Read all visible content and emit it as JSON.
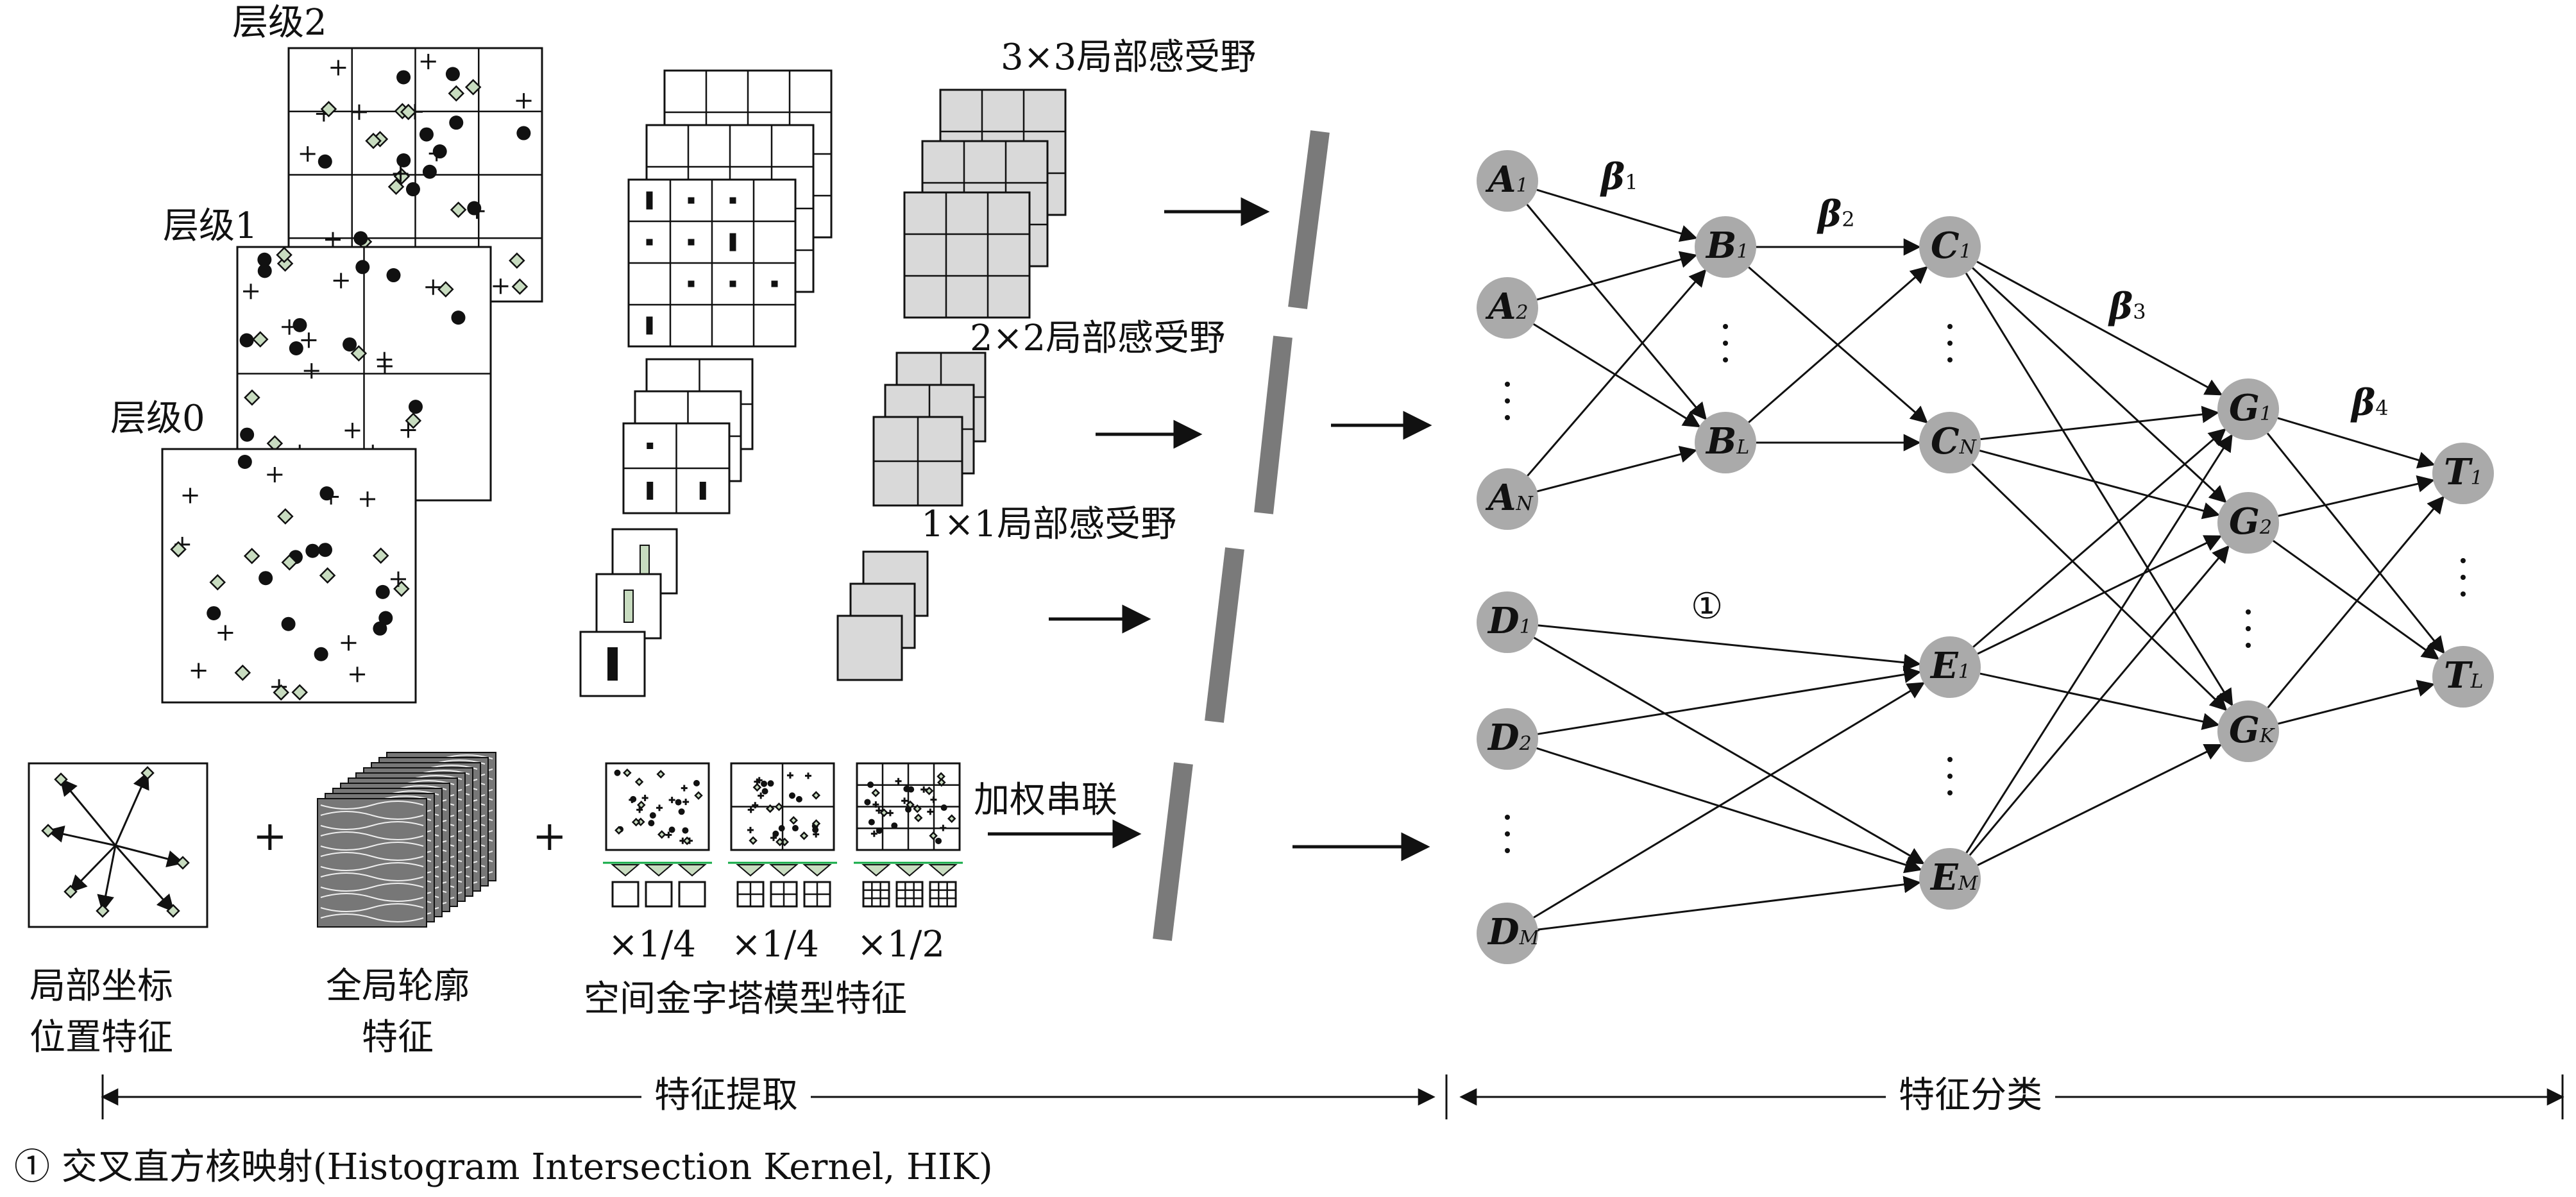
{
  "levels": {
    "level2": "层级2",
    "level1": "层级1",
    "level0": "层级0"
  },
  "receptive_fields": {
    "rf3": "3×3局部感受野",
    "rf2": "2×2局部感受野",
    "rf1": "1×1局部感受野"
  },
  "bottom_features": {
    "local_coord": [
      "局部坐标",
      "位置特征"
    ],
    "global_contour": [
      "全局轮廓",
      "特征"
    ],
    "spm": "空间金字塔模型特征",
    "weights": [
      "×1/4",
      "×1/4",
      "×1/2"
    ],
    "weighted_concat": "加权串联",
    "plus": "+"
  },
  "network": {
    "beta1": "β",
    "beta1_sub": "1",
    "beta2": "β",
    "beta2_sub": "2",
    "beta3": "β",
    "beta3_sub": "3",
    "beta4": "β",
    "beta4_sub": "4",
    "hik_marker": "①",
    "nodes": [
      {
        "id": "A1",
        "letter": "A",
        "sub": "1"
      },
      {
        "id": "A2",
        "letter": "A",
        "sub": "2"
      },
      {
        "id": "AN",
        "letter": "A",
        "sub": "N"
      },
      {
        "id": "B1",
        "letter": "B",
        "sub": "1"
      },
      {
        "id": "BL",
        "letter": "B",
        "sub": "L"
      },
      {
        "id": "C1",
        "letter": "C",
        "sub": "1"
      },
      {
        "id": "CN",
        "letter": "C",
        "sub": "N"
      },
      {
        "id": "D1",
        "letter": "D",
        "sub": "1"
      },
      {
        "id": "D2",
        "letter": "D",
        "sub": "2"
      },
      {
        "id": "DM",
        "letter": "D",
        "sub": "M"
      },
      {
        "id": "E1",
        "letter": "E",
        "sub": "1"
      },
      {
        "id": "EM",
        "letter": "E",
        "sub": "M"
      },
      {
        "id": "G1",
        "letter": "G",
        "sub": "1"
      },
      {
        "id": "G2",
        "letter": "G",
        "sub": "2"
      },
      {
        "id": "GK",
        "letter": "G",
        "sub": "K"
      },
      {
        "id": "T1",
        "letter": "T",
        "sub": "1"
      },
      {
        "id": "TL",
        "letter": "T",
        "sub": "L"
      }
    ]
  },
  "stages": {
    "extraction": "特征提取",
    "classification": "特征分类"
  },
  "footnote": "① 交叉直方核映射(Histogram Intersection Kernel, HIK)",
  "colors": {
    "node_fill": "#aaaaaa",
    "bar_fill": "#7a7a7a",
    "cell_fill": "#d9d9d9",
    "diamond_fill": "#c8dcc0",
    "line": "#111111"
  }
}
